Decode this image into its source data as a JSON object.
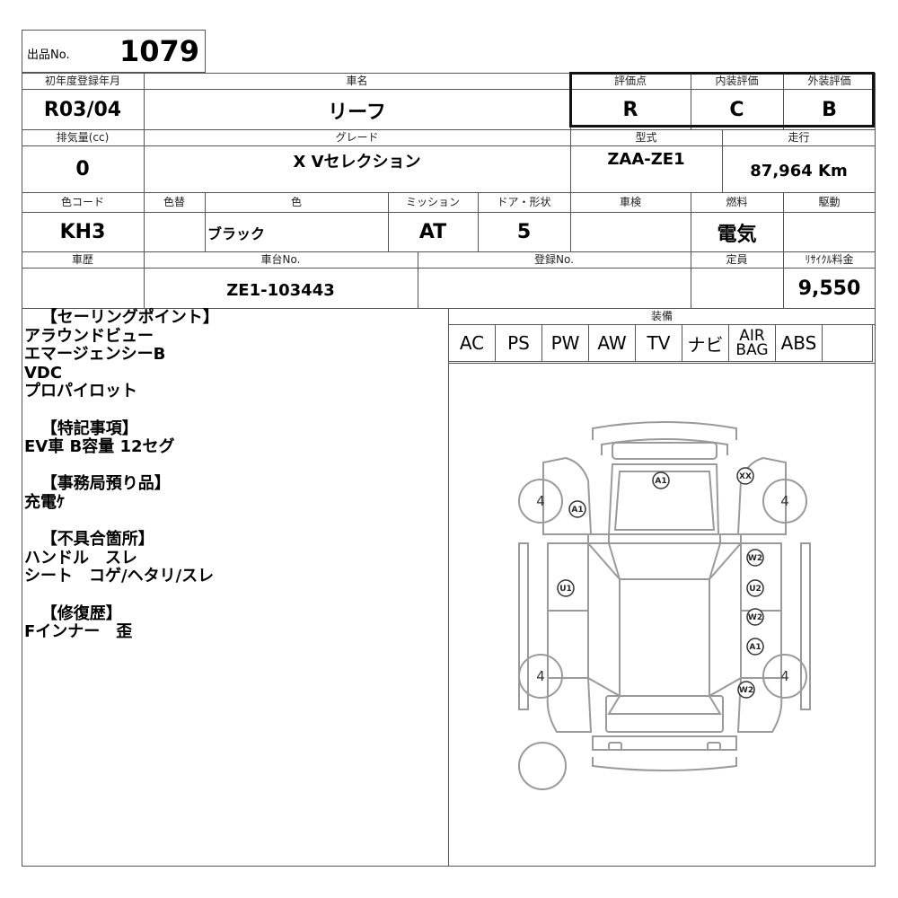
{
  "lot": {
    "label": "出品No.",
    "number": "1079"
  },
  "row1": {
    "first_reg_label": "初年度登録年月",
    "first_reg": "R03/04",
    "car_name_label": "車名",
    "car_name": "リーフ",
    "score_label": "評価点",
    "score": "R",
    "interior_label": "内装評価",
    "interior": "C",
    "exterior_label": "外装評価",
    "exterior": "B"
  },
  "row2": {
    "displacement_label": "排気量(cc)",
    "displacement": "0",
    "grade_label": "グレード",
    "grade": "X Vセレクション",
    "model_label": "型式",
    "model": "ZAA-ZE1",
    "mileage_label": "走行",
    "mileage": "87,964 Km"
  },
  "row3": {
    "color_code_label": "色コード",
    "color_code": "KH3",
    "color_change_label": "色替",
    "color_change": "",
    "color_label": "色",
    "color": "ブラック",
    "mission_label": "ミッション",
    "mission": "AT",
    "door_label": "ドア・形状",
    "door": "5",
    "inspection_label": "車検",
    "inspection": "",
    "fuel_label": "燃料",
    "fuel": "電気",
    "drive_label": "駆動",
    "drive": ""
  },
  "row4": {
    "history_label": "車歴",
    "history": "",
    "chassis_label": "車台No.",
    "chassis": "ZE1-103443",
    "reg_no_label": "登録No.",
    "reg_no": "",
    "capacity_label": "定員",
    "capacity": "",
    "recycle_label": "ﾘｻｲｸﾙ料金",
    "recycle": "9,550"
  },
  "notes": [
    "   【セーリングポイント】",
    "アラウンドビュー",
    "エマージェンシーB",
    "VDC",
    "プロパイロット",
    "",
    "   【特記事項】",
    "EV車 B容量 12セグ",
    "",
    "   【事務局預り品】",
    "充電ｹ",
    "",
    "   【不具合箇所】",
    "ハンドル　スレ",
    "シート　コゲ/ヘタリ/スレ",
    "",
    "   【修復歴】",
    "Fインナー　歪"
  ],
  "equipment": {
    "label": "装備",
    "items": [
      "AC",
      "PS",
      "PW",
      "AW",
      "TV",
      "ナビ",
      "AIR\nBAG",
      "ABS",
      ""
    ]
  },
  "diagram": {
    "tires": [
      "4",
      "4",
      "4",
      "4"
    ],
    "marks": [
      "A1",
      "A1",
      "XX",
      "U1",
      "W2",
      "U2",
      "W2",
      "A1",
      "W2"
    ]
  }
}
